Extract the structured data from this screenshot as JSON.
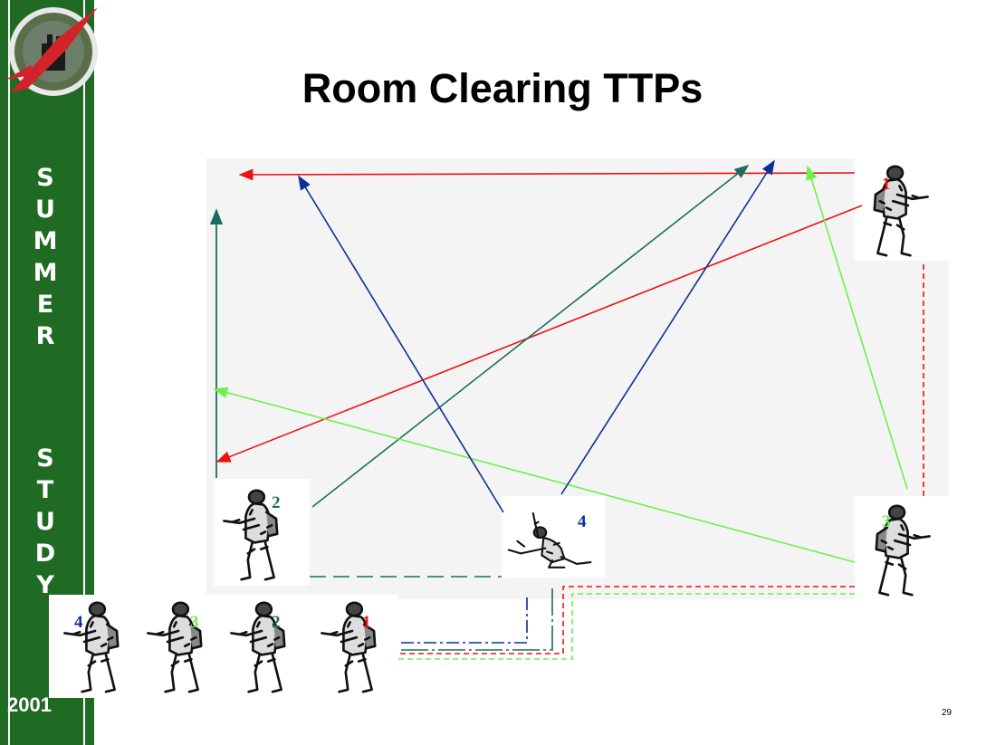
{
  "title": "Room Clearing TTPs",
  "sidebar": {
    "letters": [
      "S",
      "U",
      "M",
      "M",
      "E",
      "R",
      "",
      "S",
      "T",
      "U",
      "D",
      "Y"
    ],
    "year": "2001"
  },
  "page_number": "29",
  "colors": {
    "soldier1": "#ee1111",
    "soldier2": "#1a6e5e",
    "soldier3": "#6ef04a",
    "soldier4": "#0c2f96",
    "sidebar": "#1f6b24"
  },
  "soldiers": {
    "in_room": [
      {
        "number": "1",
        "color_key": "soldier1"
      },
      {
        "number": "2",
        "color_key": "soldier2"
      },
      {
        "number": "3",
        "color_key": "soldier3"
      },
      {
        "number": "4",
        "color_key": "soldier4"
      }
    ],
    "stack": [
      {
        "number": "4",
        "color_key": "soldier4"
      },
      {
        "number": "3",
        "color_key": "soldier3"
      },
      {
        "number": "2",
        "color_key": "soldier2"
      },
      {
        "number": "1",
        "color_key": "soldier1"
      }
    ]
  },
  "icons": [
    "unit-emblem-icon",
    "soldier-rifle-icon",
    "soldier-kneeling-icon"
  ]
}
